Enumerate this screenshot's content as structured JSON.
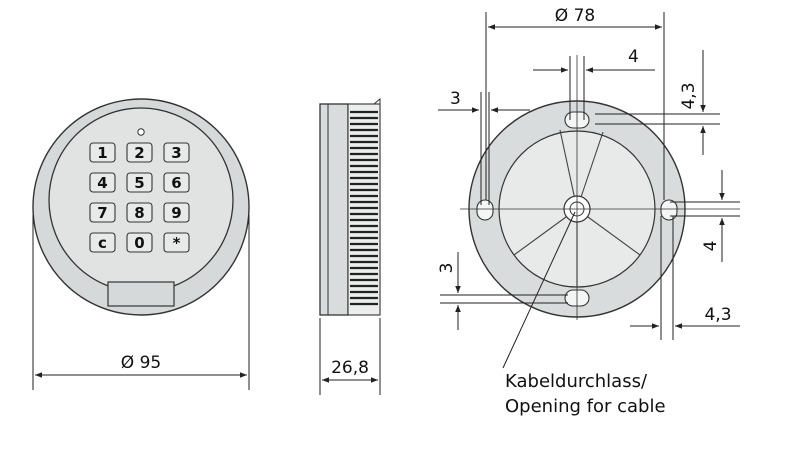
{
  "front_view": {
    "keys": [
      "1",
      "2",
      "3",
      "4",
      "5",
      "6",
      "7",
      "8",
      "9",
      "c",
      "0",
      "*"
    ],
    "diameter_label": "Ø 95"
  },
  "side_view": {
    "depth_label": "26,8"
  },
  "rear_view": {
    "diameter_label": "Ø 78",
    "dim_top_4": "4",
    "dim_top_right_43": "4,3",
    "dim_left_3_top": "3",
    "dim_right_4": "4",
    "dim_left_3_bottom": "3",
    "dim_bottom_right_43": "4,3"
  },
  "caption": {
    "line1": "Kabeldurchlass/",
    "line2": "Opening for cable"
  },
  "colors": {
    "body": "#d9dcdc",
    "outline": "#3a3a3a",
    "key_face": "#e8eaea"
  }
}
